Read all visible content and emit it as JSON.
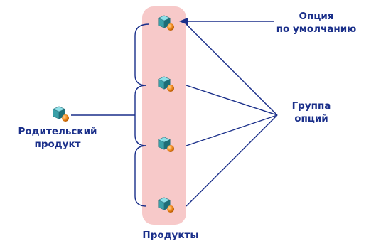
{
  "labels": {
    "parent_product_line1": "Родительский",
    "parent_product_line2": "продукт",
    "default_option_line1": "Опция",
    "default_option_line2": "по умолчанию",
    "option_group_line1": "Группа",
    "option_group_line2": "опций",
    "products": "Продукты"
  },
  "icons": {
    "product": "product-cube-icon",
    "parent_product": "parent-product-cube-icon"
  },
  "colors": {
    "line": "#1a2f8a",
    "text": "#1a2f8a",
    "products_band": "#f7c9c9",
    "cube_body": "#3aa0a8",
    "cube_top": "#8fe0e8",
    "cube_side": "#1d6e77",
    "sphere": "#f08a1c"
  }
}
